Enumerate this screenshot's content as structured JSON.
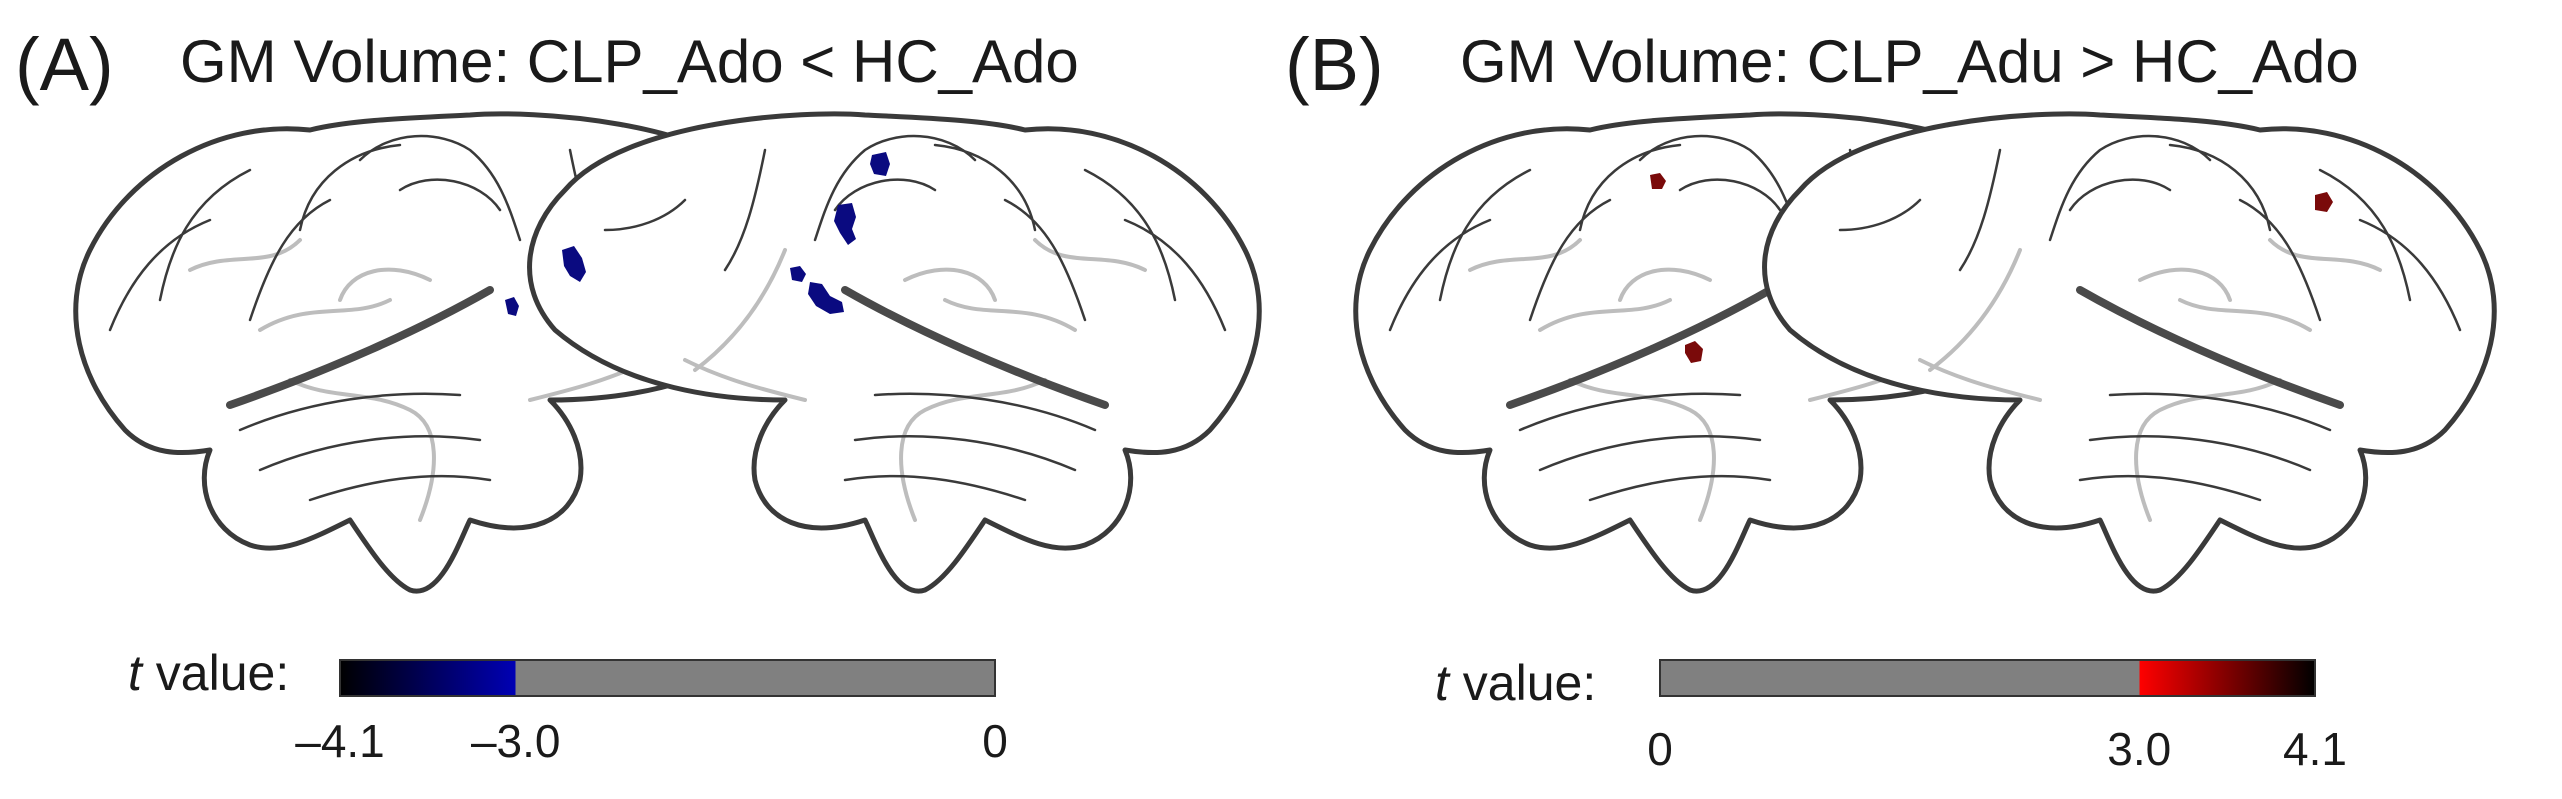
{
  "panels": [
    {
      "letter": "(A)",
      "title": "GM Volume: CLP_Ado < HC_Ado",
      "colorbar": {
        "label_italic": "t",
        "label_rest": " value:",
        "ticks": [
          "–4.1",
          "–3.0",
          "0"
        ],
        "range": [
          -4.1,
          0
        ],
        "threshold": -3.0,
        "colors": [
          "#000000",
          "#0000b4",
          "#808080"
        ]
      },
      "blob_color": "#0a0a80"
    },
    {
      "letter": "(B)",
      "title": "GM Volume: CLP_Adu > HC_Ado",
      "colorbar": {
        "label_italic": "t",
        "label_rest": " value:",
        "ticks": [
          "0",
          "3.0",
          "4.1"
        ],
        "range": [
          0,
          4.1
        ],
        "threshold": 3.0,
        "colors": [
          "#808080",
          "#ff0000",
          "#000000"
        ]
      },
      "blob_color": "#7a0a0a"
    }
  ]
}
